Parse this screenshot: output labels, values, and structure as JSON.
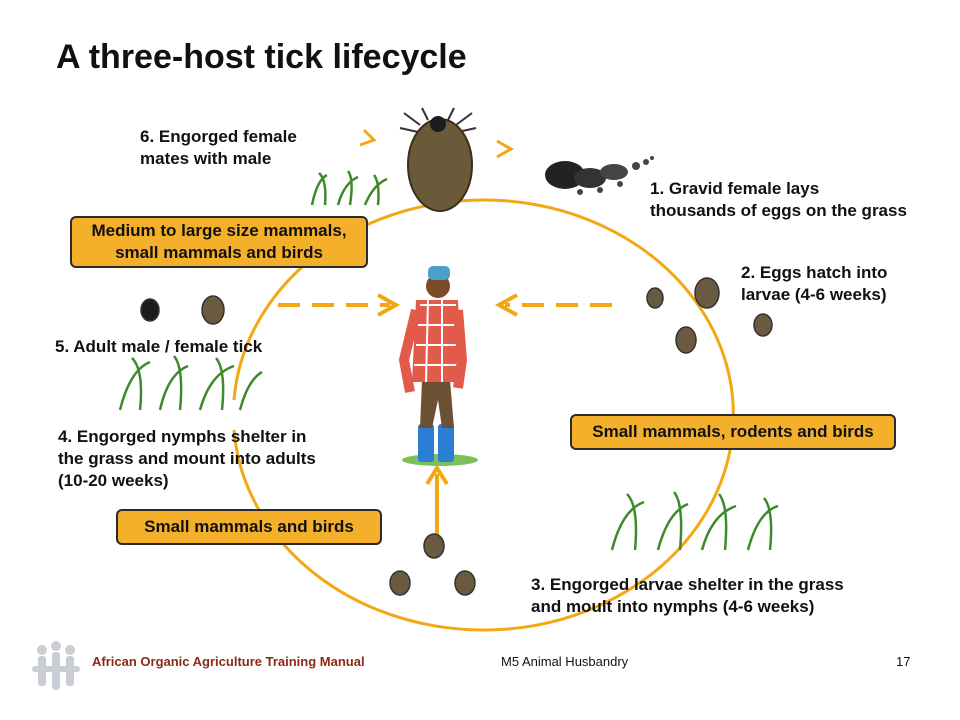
{
  "title": "A three-host tick lifecycle",
  "stages": {
    "s1": "1. Gravid female lays\nthousands of eggs on the grass",
    "s2": "2. Eggs hatch into\nlarvae (4-6 weeks)",
    "s3": "3. Engorged larvae shelter in the grass\nand moult into nymphs (4-6 weeks)",
    "s4": "4. Engorged nymphs shelter in\nthe grass and mount into adults\n(10-20 weeks)",
    "s5": "5. Adult male / female tick",
    "s6": "6. Engorged female\nmates with male"
  },
  "hosts": {
    "h1": "Medium to large size mammals,\nsmall mammals and birds",
    "h2": "Small mammals, rodents and birds",
    "h3": "Small mammals and birds"
  },
  "footer": {
    "manual": "African Organic Agriculture Training Manual",
    "module": "M5 Animal Husbandry",
    "page": "17"
  },
  "colors": {
    "cycle": "#f2a814",
    "hostbox": "#f4b02a",
    "manual_text": "#8b2a14"
  },
  "icons": [
    "engorged-female-tick-icon",
    "tick-eggs-icon",
    "larva-tick-icon",
    "nymph-tick-icon",
    "adult-tick-icon",
    "grass-icon",
    "farmer-host-icon",
    "logo-icon"
  ]
}
